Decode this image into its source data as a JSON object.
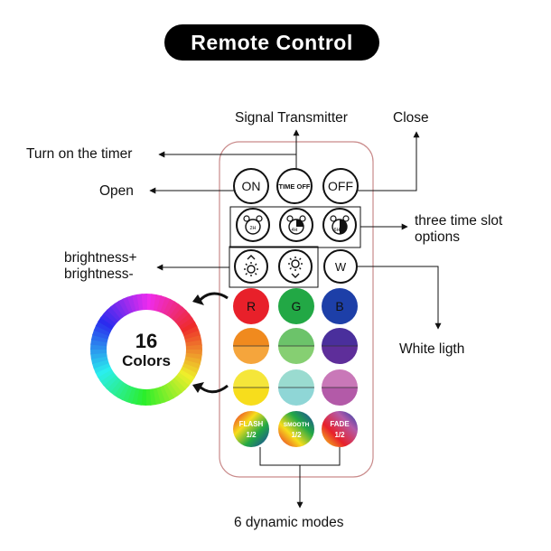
{
  "title": "Remote Control",
  "labels": {
    "signal_transmitter": "Signal Transmitter",
    "close": "Close",
    "turn_on_timer": "Turn on the timer",
    "open": "Open",
    "three_time_slot_line1": "three time slot",
    "three_time_slot_line2": "options",
    "brightness_plus": "brightness+",
    "brightness_minus": "brightness-",
    "white_light": "White ligth",
    "dynamic_modes": "6 dynamic modes"
  },
  "color_ring": {
    "number": "16",
    "text": "Colors"
  },
  "buttons": {
    "on": "ON",
    "time_off": "TIME OFF",
    "off": "OFF",
    "timer_2h": "2H",
    "timer_4h": "4H",
    "timer_6h": "6H",
    "white": "W",
    "red": "R",
    "green": "G",
    "blue": "B",
    "flash": "FLASH",
    "smooth": "SMOOTH",
    "fade": "FADE",
    "mode_speed": "1/2"
  },
  "colors": {
    "row1": [
      "#e8202a",
      "#22a845",
      "#1d3fa8"
    ],
    "row2_top": [
      "#f08a1e",
      "#6cc36a",
      "#4a2f9c"
    ],
    "row3_top": [
      "#f7dd1c",
      "#8fd6d6",
      "#b35aa8"
    ],
    "remote_outline": "#c98a8a",
    "title_bg": "#000000"
  }
}
